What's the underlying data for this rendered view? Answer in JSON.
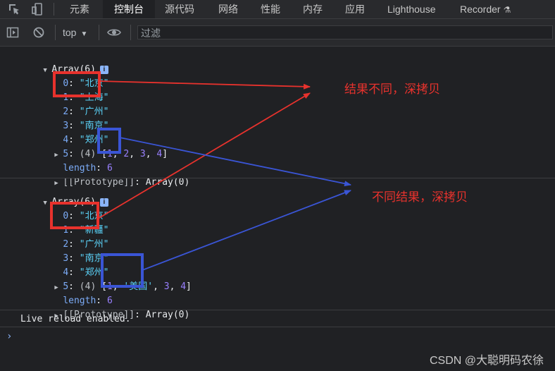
{
  "tabs": [
    {
      "label": "元素",
      "active": false
    },
    {
      "label": "控制台",
      "active": true
    },
    {
      "label": "源代码",
      "active": false
    },
    {
      "label": "网络",
      "active": false
    },
    {
      "label": "性能",
      "active": false
    },
    {
      "label": "内存",
      "active": false
    },
    {
      "label": "应用",
      "active": false
    },
    {
      "label": "Lighthouse",
      "active": false
    },
    {
      "label": "Recorder",
      "active": false
    }
  ],
  "toolbar": {
    "context": "top",
    "filter_placeholder": "过滤"
  },
  "array1": {
    "header": "Array(6)",
    "items": [
      {
        "index": "0",
        "value": "\"北京\""
      },
      {
        "index": "1",
        "value": "\"上海\""
      },
      {
        "index": "2",
        "value": "\"广州\""
      },
      {
        "index": "3",
        "value": "\"南京\""
      },
      {
        "index": "4",
        "value": "\"郑州\""
      }
    ],
    "nested": {
      "index": "5",
      "count": "(4)",
      "values": [
        "1",
        "2",
        "3",
        "4"
      ]
    },
    "length_key": "length",
    "length_value": "6",
    "prototype_key": "[[Prototype]]",
    "prototype_value": "Array(0)"
  },
  "array2": {
    "header": "Array(6)",
    "items": [
      {
        "index": "0",
        "value": "\"北京\""
      },
      {
        "index": "1",
        "value": "\"新疆\""
      },
      {
        "index": "2",
        "value": "\"广州\""
      },
      {
        "index": "3",
        "value": "\"南京\""
      },
      {
        "index": "4",
        "value": "\"郑州\""
      }
    ],
    "nested": {
      "index": "5",
      "count": "(4)",
      "values": [
        "1",
        "'美国'",
        "3",
        "4"
      ]
    },
    "length_key": "length",
    "length_value": "6",
    "prototype_key": "[[Prototype]]",
    "prototype_value": "Array(0)"
  },
  "status_message": "Live reload enabled.",
  "annotations": {
    "top": "结果不同，深拷贝",
    "bottom": "不同结果，深拷贝"
  },
  "watermark": "CSDN @大聪明码农徐",
  "colors": {
    "annotation_red": "#e8322d",
    "annotation_blue": "#3a55d6"
  }
}
